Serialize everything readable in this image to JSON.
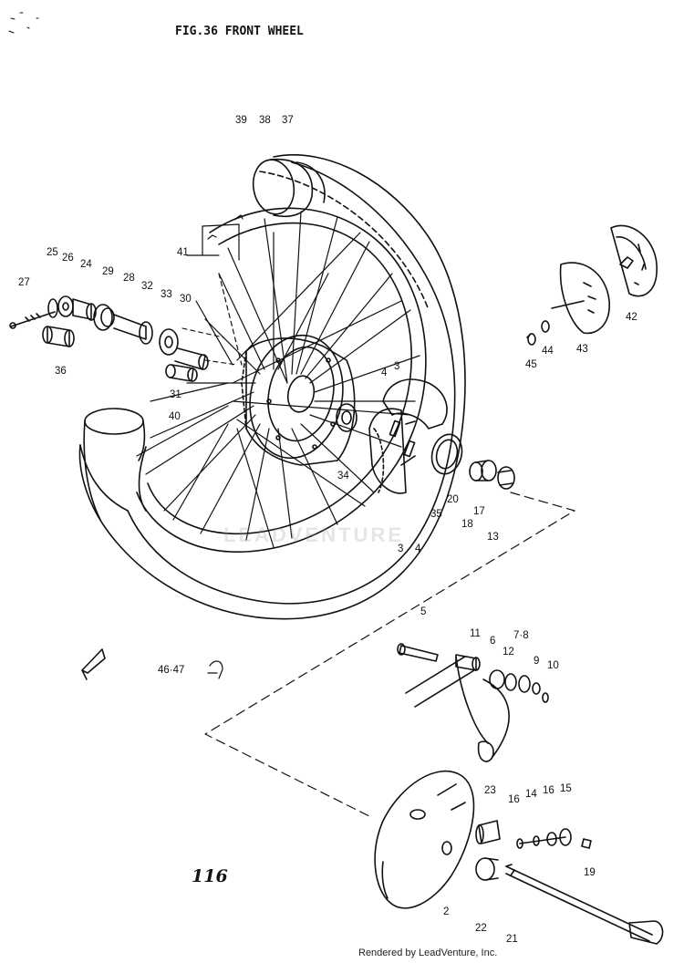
{
  "figure": {
    "title": "FIG.36  FRONT WHEEL"
  },
  "page_number": "116",
  "footer": "Rendered by LeadVenture, Inc.",
  "watermark": "LEADVENTURE",
  "colors": {
    "ink": "#111111",
    "paper": "#ffffff"
  },
  "callouts": {
    "c39": "39",
    "c38": "38",
    "c37": "37",
    "c41": "41",
    "c25": "25",
    "c26": "26",
    "c24": "24",
    "c27": "27",
    "c29": "29",
    "c28": "28",
    "c32": "32",
    "c33": "33",
    "c30": "30",
    "c36": "36",
    "c31": "31",
    "c40": "40",
    "c34": "34",
    "c4a": "4",
    "c3a": "3",
    "c35": "35",
    "c20": "20",
    "c18": "18",
    "c17": "17",
    "c13": "13",
    "c3b": "3",
    "c4b": "4",
    "c42": "42",
    "c43": "43",
    "c44": "44",
    "c45": "45",
    "c5": "5",
    "c11": "11",
    "c6": "6",
    "c78": "7·8",
    "c12": "12",
    "c9": "9",
    "c10": "10",
    "c4647": "46·47",
    "c23": "23",
    "c16a": "16",
    "c14": "14",
    "c16b": "16",
    "c15": "15",
    "c19": "19",
    "c2": "2",
    "c22": "22",
    "c21": "21"
  }
}
